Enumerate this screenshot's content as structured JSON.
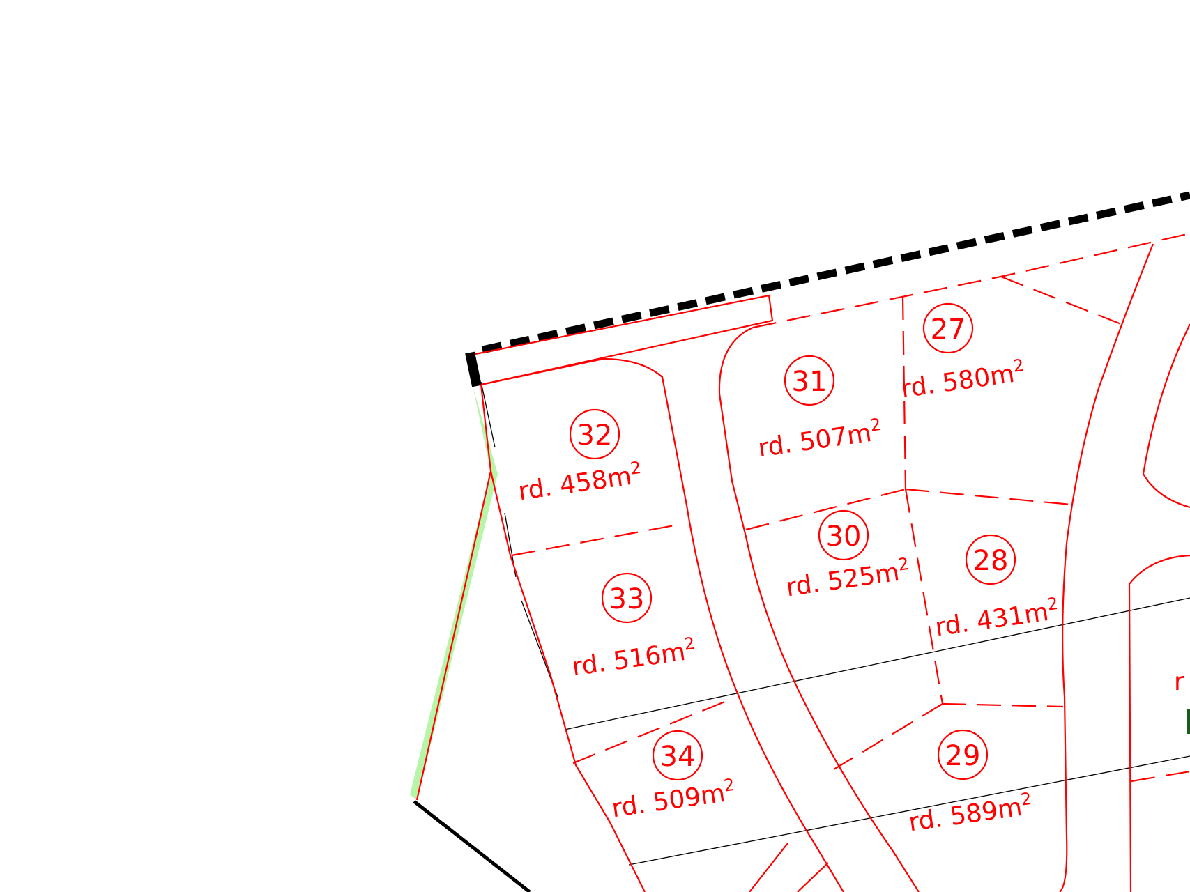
{
  "colors": {
    "lot_line": "#ff0000",
    "boundary": "#000000",
    "green_strip": "#b7f5a8",
    "dark_green_mark": "#1a5c1a"
  },
  "lots": [
    {
      "id": "27",
      "number": "27",
      "area_prefix": "rd. 580m",
      "area_sup": "2"
    },
    {
      "id": "28",
      "number": "28",
      "area_prefix": "rd. 431m",
      "area_sup": "2"
    },
    {
      "id": "29",
      "number": "29",
      "area_prefix": "rd. 589m",
      "area_sup": "2"
    },
    {
      "id": "30",
      "number": "30",
      "area_prefix": "rd. 525m",
      "area_sup": "2"
    },
    {
      "id": "31",
      "number": "31",
      "area_prefix": "rd. 507m",
      "area_sup": "2"
    },
    {
      "id": "32",
      "number": "32",
      "area_prefix": "rd. 458m",
      "area_sup": "2"
    },
    {
      "id": "33",
      "number": "33",
      "area_prefix": "rd. 516m",
      "area_sup": "2"
    },
    {
      "id": "34",
      "number": "34",
      "area_prefix": "rd. 509m",
      "area_sup": "2"
    }
  ],
  "edge_partial_label": "r"
}
